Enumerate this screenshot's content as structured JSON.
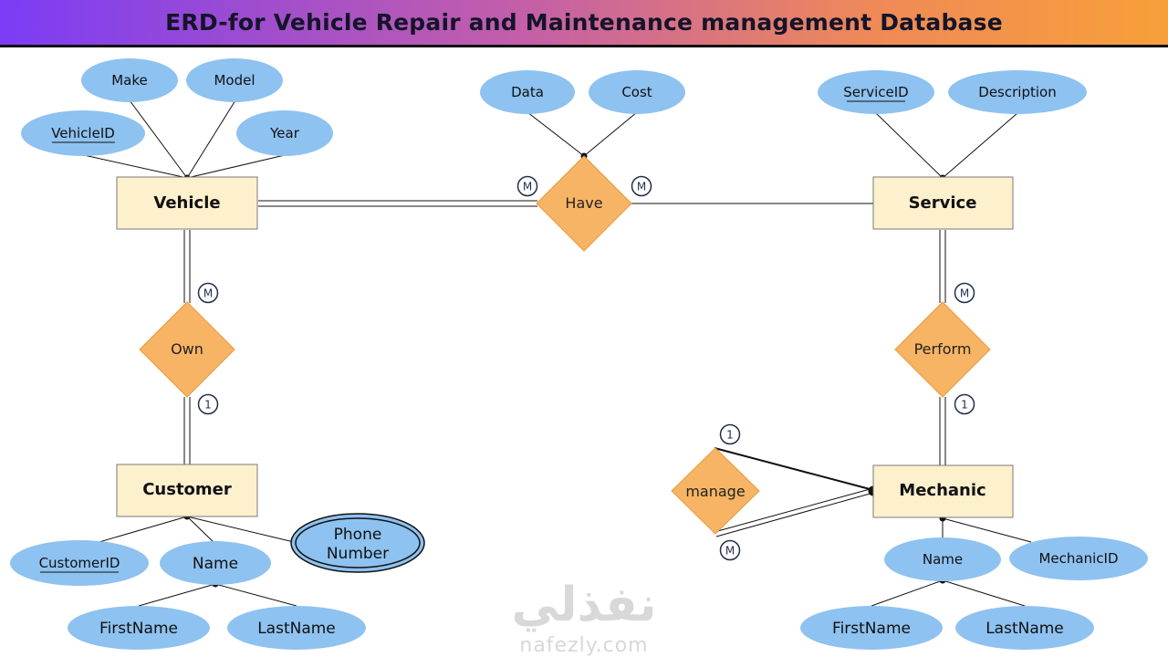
{
  "title": "ERD-for Vehicle Repair and Maintenance management Database",
  "entities": {
    "vehicle": "Vehicle",
    "service": "Service",
    "customer": "Customer",
    "mechanic": "Mechanic"
  },
  "relationships": {
    "have": "Have",
    "own": "Own",
    "perform": "Perform",
    "manage": "manage"
  },
  "attributes": {
    "vehicle": {
      "make": "Make",
      "model": "Model",
      "vehicle_id": "VehicleID",
      "year": "Year"
    },
    "have": {
      "data": "Data",
      "cost": "Cost"
    },
    "service": {
      "service_id": "ServiceID",
      "description": "Description"
    },
    "customer": {
      "customer_id": "CustomerID",
      "name": "Name",
      "phone_line1": "Phone",
      "phone_line2": "Number",
      "first_name": "FirstName",
      "last_name": "LastName"
    },
    "mechanic": {
      "name": "Name",
      "mechanic_id": "MechanicID",
      "first_name": "FirstName",
      "last_name": "LastName"
    }
  },
  "cardinality": {
    "have_left": "M",
    "have_right": "M",
    "own_top": "M",
    "own_bottom": "1",
    "perform_top": "M",
    "perform_bottom": "1",
    "manage_top": "1",
    "manage_bottom": "M"
  },
  "watermark": {
    "arabic": "نفذلي",
    "latin": "nafezly.com"
  },
  "colors": {
    "entity_fill": "#fdf0cd",
    "attribute_fill": "#8ec2f0",
    "relationship_fill": "#f7b464"
  }
}
